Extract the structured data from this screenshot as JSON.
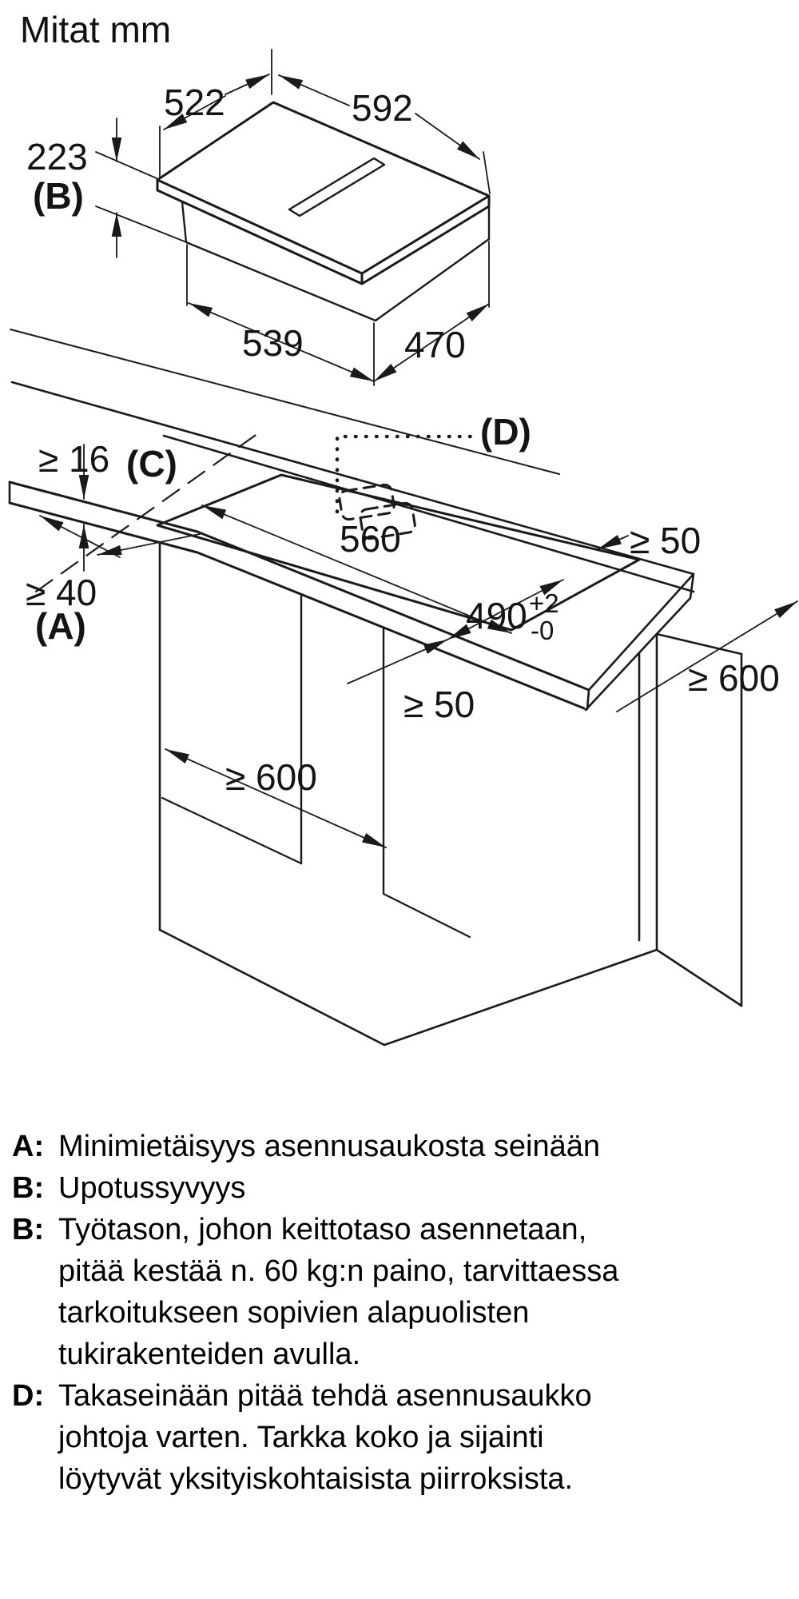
{
  "title": "Mitat mm",
  "top_view": {
    "width_a": "522",
    "width_b": "592",
    "depth": "223",
    "depth_ref": "(B)",
    "base_width": "539",
    "base_depth": "470"
  },
  "installation_view": {
    "worktop_thickness": "≥ 16",
    "worktop_thickness_ref": "(C)",
    "wall_distance": "≥ 40",
    "wall_distance_ref": "(A)",
    "cutout_width": "560",
    "cutout_depth": "490",
    "cutout_depth_tol_plus": "+2",
    "cutout_depth_tol_minus": "-0",
    "rear_clearance": "≥ 50",
    "front_clearance": "≥ 50",
    "cabinet_depth": "≥ 600",
    "cabinet_width": "≥ 600",
    "cable_opening_ref": "(D)"
  },
  "notes": [
    {
      "key": "A:",
      "lines": [
        "Minimietäisyys asennusaukosta seinään"
      ]
    },
    {
      "key": "B:",
      "lines": [
        "Upotussyvyys"
      ]
    },
    {
      "key": "B:",
      "lines": [
        "Työtason, johon keittotaso asennetaan,",
        "pitää kestää n. 60 kg:n paino, tarvittaessa",
        "tarkoitukseen sopivien alapuolisten",
        "tukirakenteiden avulla."
      ]
    },
    {
      "key": "D:",
      "lines": [
        "Takaseinään pitää tehdä asennusaukko",
        "johtoja varten. Tarkka koko ja sijainti",
        "löytyvät yksityiskohtaisista piirroksista."
      ]
    }
  ]
}
